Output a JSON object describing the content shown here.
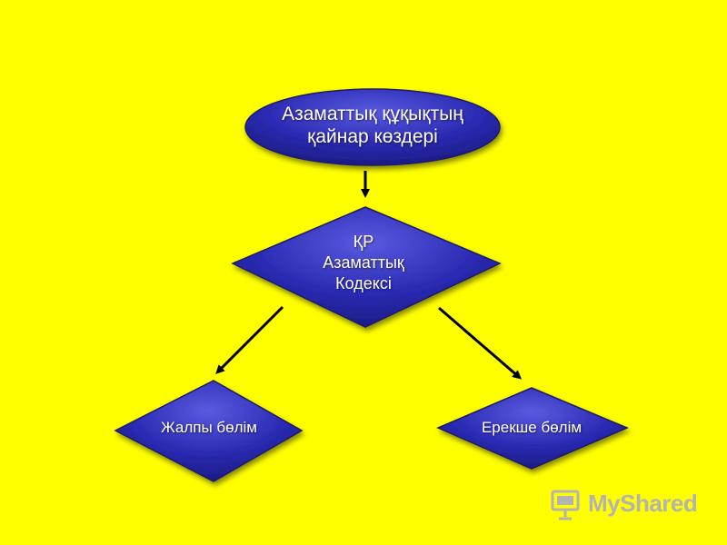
{
  "diagram": {
    "root": {
      "lines": [
        "Азаматтық құқықтың",
        "қайнар көздері"
      ]
    },
    "middle": {
      "lines": [
        "ҚР",
        "Азаматтық",
        "Кодексі"
      ]
    },
    "left": {
      "lines": [
        "Жалпы бөлім"
      ]
    },
    "right": {
      "lines": [
        "Ерекше бөлім"
      ]
    }
  },
  "watermark": {
    "text": "MyShared"
  },
  "colors": {
    "background": "#ffff00",
    "node_fill": "#2a2ab3",
    "node_fill_light": "#5a5ae0",
    "node_edge": "#1a1a6e",
    "arrow": "#000000"
  }
}
